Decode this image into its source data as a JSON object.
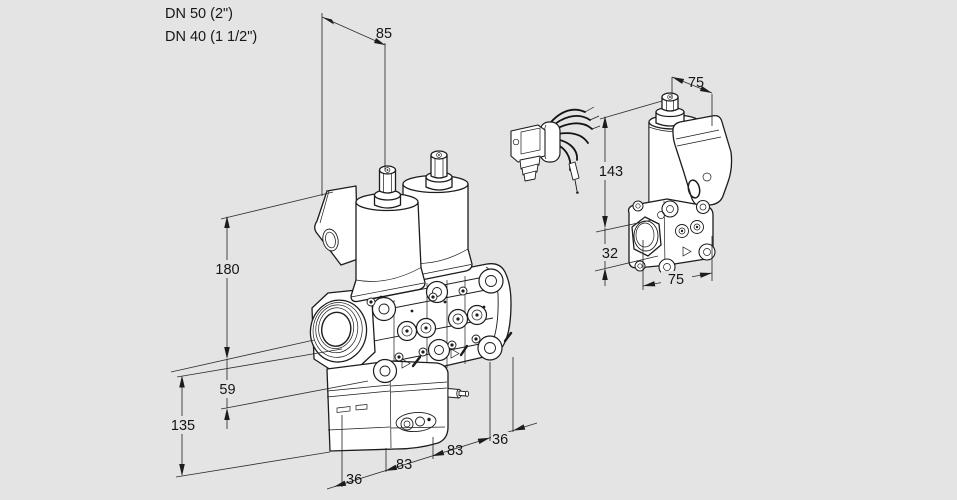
{
  "colors": {
    "background": "#e4e4e4",
    "line": "#1c1c1c",
    "body_fill": "#ffffff"
  },
  "product_labels": {
    "line1": "DN 50 (2\")",
    "line2": "DN 40 (1 1/2\")"
  },
  "main_view": {
    "name": "double solenoid valve, isometric front view",
    "dim_top_width": "85",
    "dim_height_above_axis": "180",
    "dim_axis_to_bottom_port": "59",
    "dim_height_below_axis": "135",
    "dim_chain": [
      "36",
      "83",
      "83",
      "36"
    ]
  },
  "side_view": {
    "name": "single valve, isometric side view",
    "dim_top_width": "75",
    "dim_height": "143",
    "dim_flange_height": "32",
    "dim_bottom_width": "75"
  },
  "accessory": {
    "name": "cable plug with wire bundle"
  }
}
